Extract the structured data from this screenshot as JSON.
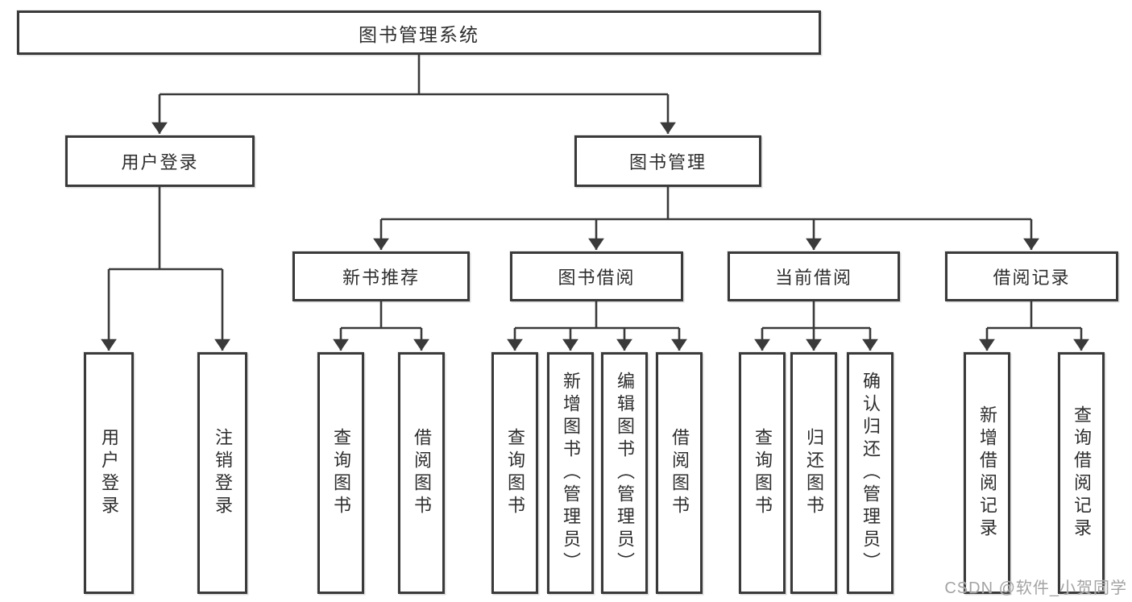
{
  "diagram": {
    "root": {
      "label": "图书管理系统"
    },
    "user_login": {
      "label": "用户登录",
      "children": [
        {
          "label": "用户登录"
        },
        {
          "label": "注销登录"
        }
      ]
    },
    "book_management": {
      "label": "图书管理",
      "children": [
        {
          "label": "新书推荐",
          "children": [
            {
              "label": "查询图书"
            },
            {
              "label": "借阅图书"
            }
          ]
        },
        {
          "label": "图书借阅",
          "children": [
            {
              "label": "查询图书"
            },
            {
              "label": "新增图书（管理员）"
            },
            {
              "label": "编辑图书（管理员）"
            },
            {
              "label": "借阅图书"
            }
          ]
        },
        {
          "label": "当前借阅",
          "children": [
            {
              "label": "查询图书"
            },
            {
              "label": "归还图书"
            },
            {
              "label": "确认归还（管理员）"
            }
          ]
        },
        {
          "label": "借阅记录",
          "children": [
            {
              "label": "新增借阅记录"
            },
            {
              "label": "查询借阅记录"
            }
          ]
        }
      ]
    }
  },
  "watermark": {
    "text": "CSDN @软件_小贺同学"
  },
  "colors": {
    "line": "#3a3a3a",
    "border": "#3a3a3a",
    "text": "#2e2e2e",
    "watermark": "#a3a3a3",
    "background": "#ffffff"
  }
}
